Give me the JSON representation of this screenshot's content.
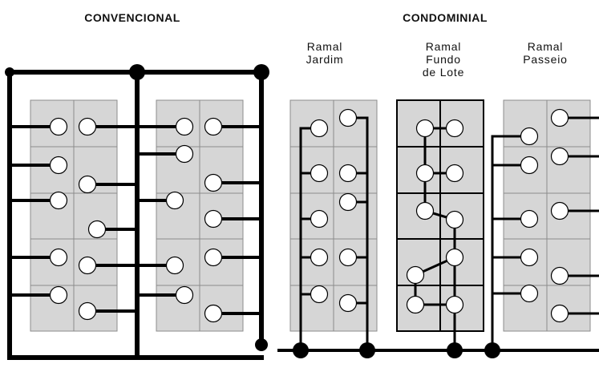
{
  "titles": {
    "convencional": "CONVENCIONAL",
    "condominial": "CONDOMINIAL"
  },
  "ramais": {
    "jardim": "Ramal\nJardim",
    "fundo": "Ramal\nFundo\nde Lote",
    "passeio": "Ramal\nPasseio"
  },
  "colors": {
    "pipe": "#000000",
    "block_fill": "#d6d6d6",
    "block_grid": "#8c8c8c",
    "connection_fill": "#ffffff"
  }
}
